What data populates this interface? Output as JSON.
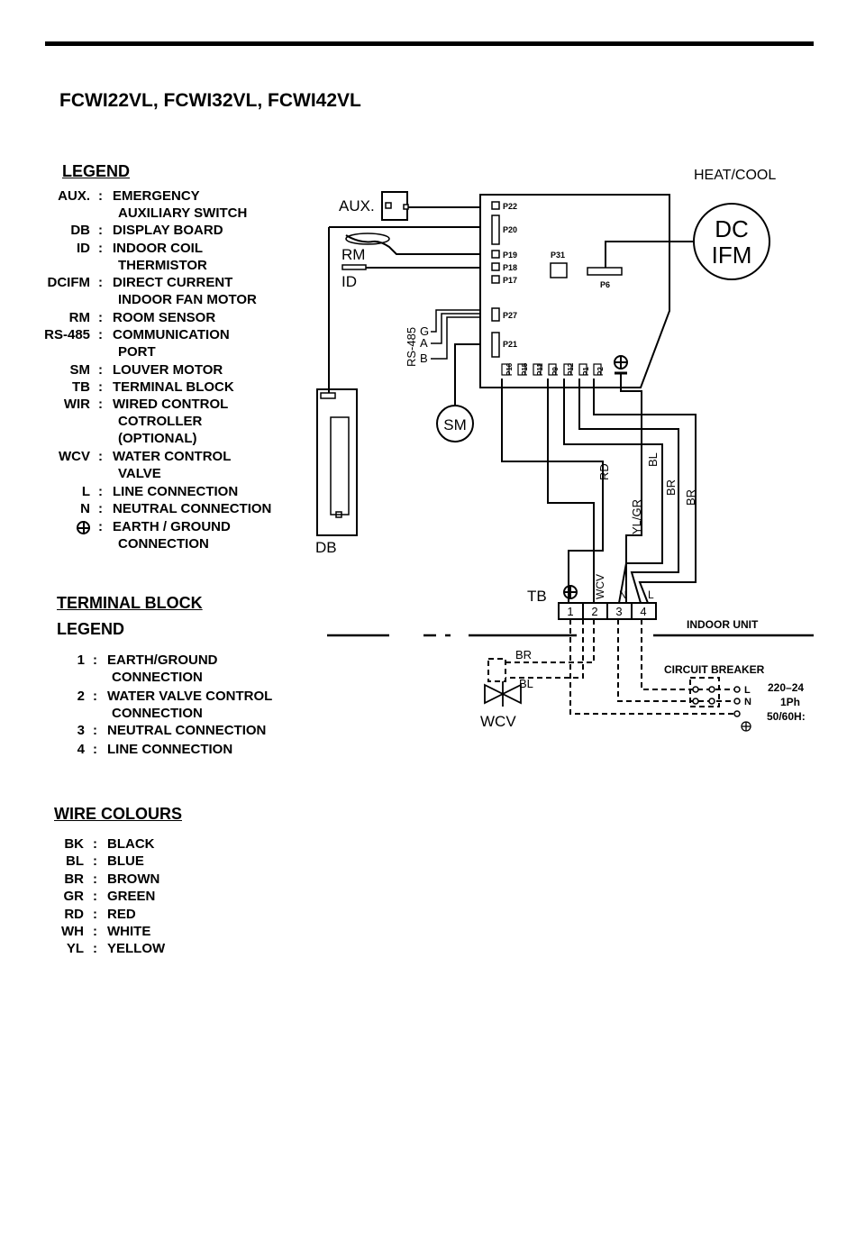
{
  "title": "FCWI22VL, FCWI32VL, FCWI42VL",
  "legend": {
    "heading": "LEGEND",
    "items": [
      {
        "abbr": "AUX.",
        "desc": "EMERGENCY",
        "desc2": "AUXILIARY SWITCH"
      },
      {
        "abbr": "DB",
        "desc": "DISPLAY BOARD",
        "desc2": ""
      },
      {
        "abbr": "ID",
        "desc": "INDOOR COIL",
        "desc2": "THERMISTOR"
      },
      {
        "abbr": "DCIFM",
        "desc": "DIRECT CURRENT",
        "desc2": "INDOOR FAN MOTOR"
      },
      {
        "abbr": "RM",
        "desc": "ROOM SENSOR",
        "desc2": ""
      },
      {
        "abbr": "RS-485",
        "desc": "COMMUNICATION",
        "desc2": "PORT"
      },
      {
        "abbr": "SM",
        "desc": "LOUVER MOTOR",
        "desc2": ""
      },
      {
        "abbr": "TB",
        "desc": "TERMINAL BLOCK",
        "desc2": ""
      },
      {
        "abbr": "WIR",
        "desc": "WIRED CONTROL",
        "desc2": "COTROLLER",
        "desc3": "(OPTIONAL)"
      },
      {
        "abbr": "WCV",
        "desc": "WATER CONTROL",
        "desc2": "VALVE"
      },
      {
        "abbr": "L",
        "desc": "LINE CONNECTION",
        "desc2": ""
      },
      {
        "abbr": "N",
        "desc": "NEUTRAL CONNECTION",
        "desc2": ""
      },
      {
        "abbr": "",
        "desc": "EARTH / GROUND",
        "desc2": "CONNECTION"
      }
    ]
  },
  "terminal_block_legend": {
    "heading1": "TERMINAL BLOCK",
    "heading2": "LEGEND",
    "items": [
      {
        "num": "1",
        "desc": "EARTH/GROUND",
        "desc2": "CONNECTION"
      },
      {
        "num": "2",
        "desc": "WATER VALVE CONTROL",
        "desc2": "CONNECTION"
      },
      {
        "num": "3",
        "desc": "NEUTRAL CONNECTION",
        "desc2": ""
      },
      {
        "num": "4",
        "desc": "LINE CONNECTION",
        "desc2": ""
      }
    ]
  },
  "wire_colours": {
    "heading": "WIRE COLOURS",
    "items": [
      {
        "abbr": "BK",
        "desc": "BLACK"
      },
      {
        "abbr": "BL",
        "desc": "BLUE"
      },
      {
        "abbr": "BR",
        "desc": "BROWN"
      },
      {
        "abbr": "GR",
        "desc": "GREEN"
      },
      {
        "abbr": "RD",
        "desc": "RED"
      },
      {
        "abbr": "WH",
        "desc": "WHITE"
      },
      {
        "abbr": "YL",
        "desc": "YELLOW"
      }
    ]
  },
  "diagram": {
    "mode": "HEAT/COOL",
    "aux": "AUX.",
    "rm": "RM",
    "id": "ID",
    "db": "DB",
    "sm": "SM",
    "rs485": "RS-485",
    "rs_g": "G",
    "rs_a": "A",
    "rs_b": "B",
    "fan_dc": "DC",
    "fan_ifm": "IFM",
    "tb": "TB",
    "wcv": "WCV",
    "indoor_unit": "INDOOR UNIT",
    "circuit_breaker": "CIRCUIT BREAKER",
    "supply_voltage": "220–24",
    "supply_phase": "1Ph",
    "supply_freq": "50/60H:",
    "ports": {
      "p22": "P22",
      "p20": "P20",
      "p19": "P19",
      "p18": "P18",
      "p17": "P17",
      "p27": "P27",
      "p21": "P21",
      "p31": "P31",
      "p6": "P6",
      "p16": "P16",
      "p15": "P15",
      "p11": "P11",
      "p9": "P9",
      "p12": "P12",
      "p1": "P1",
      "p2": "P2"
    },
    "wires": {
      "rd": "RD",
      "bl": "BL",
      "ylgr": "YL/GR",
      "br1": "BR",
      "br2": "BR",
      "wcv_br": "BR",
      "wcv_bl": "BL"
    },
    "tb_terms": {
      "t1": "1",
      "t2": "2",
      "t3": "3",
      "t4": "4",
      "wcv": "WCV",
      "n": "N",
      "l": "L"
    },
    "cb_terms": {
      "l": "L",
      "n": "N"
    }
  }
}
